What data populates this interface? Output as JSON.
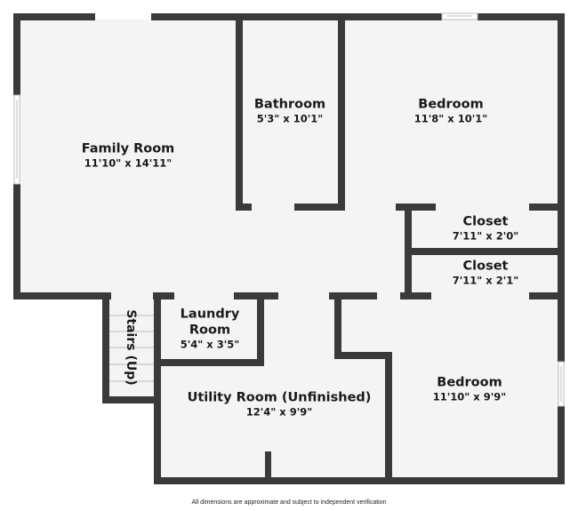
{
  "colors": {
    "wall": "#3a3a3a",
    "floor": "#f4f4f4",
    "opening": "#ffffff",
    "opening_edge": "#c8c8c8",
    "text": "#1a1a1a"
  },
  "rooms": [
    {
      "id": "family-room",
      "name": "Family Room",
      "dimensions": "11'10\" x 14'11\""
    },
    {
      "id": "bathroom",
      "name": "Bathroom",
      "dimensions": "5'3\" x 10'1\""
    },
    {
      "id": "bedroom-1",
      "name": "Bedroom",
      "dimensions": "11'8\" x 10'1\""
    },
    {
      "id": "closet-1",
      "name": "Closet",
      "dimensions": "7'11\" x 2'0\""
    },
    {
      "id": "closet-2",
      "name": "Closet",
      "dimensions": "7'11\" x 2'1\""
    },
    {
      "id": "laundry-room",
      "name_line1": "Laundry",
      "name_line2": "Room",
      "dimensions": "5'4\" x 3'5\""
    },
    {
      "id": "utility-room",
      "name": "Utility Room (Unfinished)",
      "dimensions": "12'4\" x 9'9\""
    },
    {
      "id": "bedroom-2",
      "name": "Bedroom",
      "dimensions": "11'10\" x 9'9\""
    }
  ],
  "stairs": {
    "label": "Stairs (Up)"
  },
  "footer": {
    "note": "All dimensions are approximate and subject to independent verification"
  }
}
